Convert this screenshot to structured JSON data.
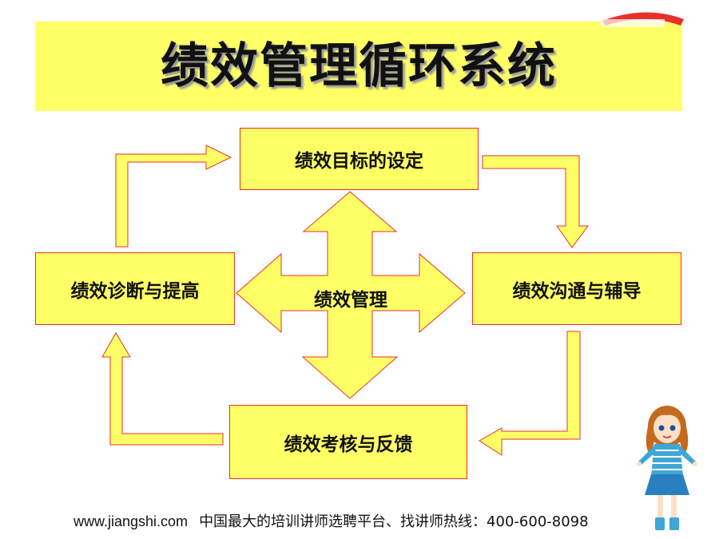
{
  "title": "绩效管理循环系统",
  "nodes": {
    "top": "绩效目标的设定",
    "right": "绩效沟通与辅导",
    "bottom": "绩效考核与反馈",
    "left": "绩效诊断与提高",
    "center": "绩效管理"
  },
  "footer": {
    "site": "www.jiangshi.com",
    "text": "中国最大的培训讲师选聘平台、找讲师热线：400-600-8098"
  },
  "colors": {
    "fill": "#ffff66",
    "border": "#e8302a"
  }
}
